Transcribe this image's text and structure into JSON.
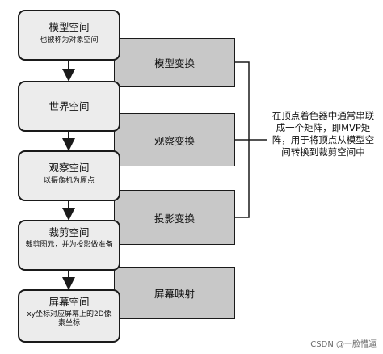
{
  "spaces": [
    {
      "title": "模型空间",
      "subtitle": "也被称为对象空间"
    },
    {
      "title": "世界空间",
      "subtitle": ""
    },
    {
      "title": "观察空间",
      "subtitle": "以摄像机为原点"
    },
    {
      "title": "裁剪空间",
      "subtitle": "裁剪图元，并为投影做准备"
    },
    {
      "title": "屏幕空间",
      "subtitle": "xy坐标对应屏幕上的2D像素坐标"
    }
  ],
  "transforms": [
    {
      "label": "模型变换"
    },
    {
      "label": "观察变换"
    },
    {
      "label": "投影变换"
    },
    {
      "label": "屏幕映射"
    }
  ],
  "note": "在顶点着色器中通常串联成一个矩阵，即MVP矩阵，用于将顶点从模型空间转换到裁剪空间中",
  "watermark": "CSDN @一脸懵逼"
}
